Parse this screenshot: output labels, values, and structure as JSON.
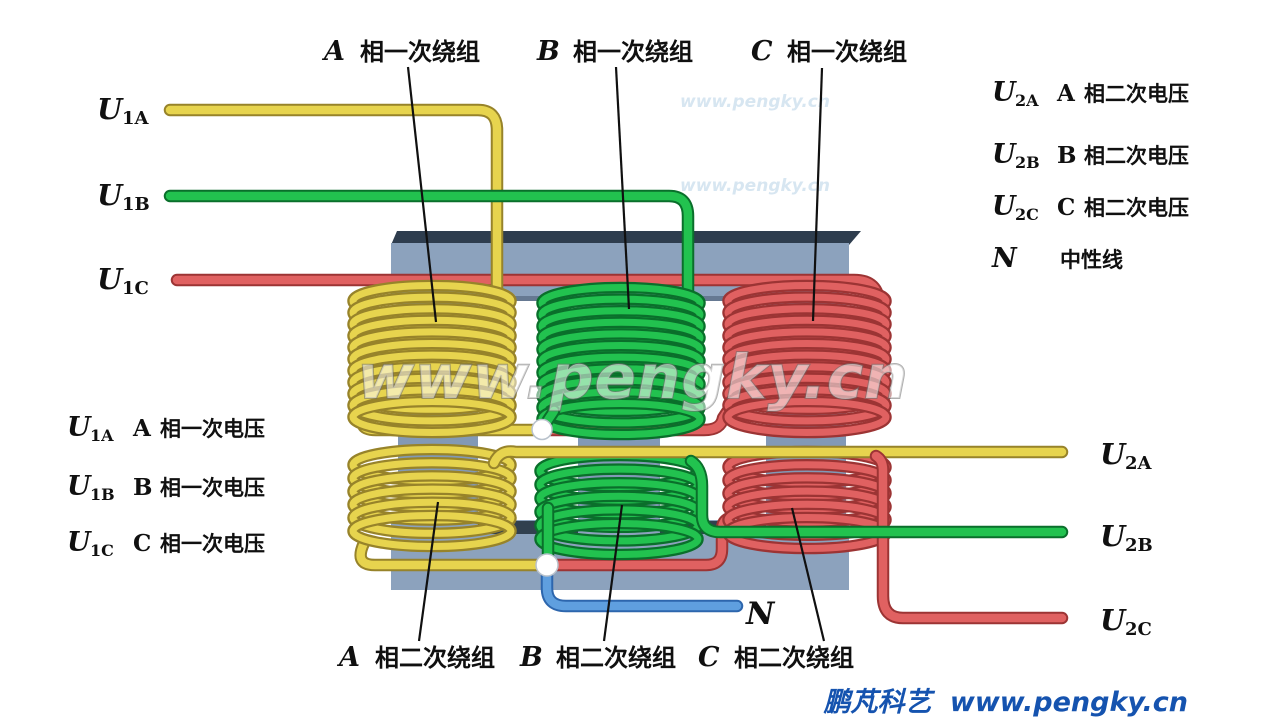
{
  "title_labels": {
    "top": [
      {
        "phase": "A",
        "text": "相一次绕组"
      },
      {
        "phase": "B",
        "text": "相一次绕组"
      },
      {
        "phase": "C",
        "text": "相一次绕组"
      }
    ],
    "bottom": [
      {
        "phase": "A",
        "text": "相二次绕组"
      },
      {
        "phase": "B",
        "text": "相二次绕组"
      },
      {
        "phase": "C",
        "text": "相二次绕组"
      }
    ]
  },
  "inputs": [
    {
      "term": "U",
      "sub": "1A"
    },
    {
      "term": "U",
      "sub": "1B"
    },
    {
      "term": "U",
      "sub": "1C"
    }
  ],
  "outputs": [
    {
      "term": "U",
      "sub": "2A"
    },
    {
      "term": "U",
      "sub": "2B"
    },
    {
      "term": "U",
      "sub": "2C"
    }
  ],
  "neutral_label": "N",
  "legend_left": [
    {
      "term": "U",
      "sub": "1A",
      "phase": "A",
      "text": "相一次电压"
    },
    {
      "term": "U",
      "sub": "1B",
      "phase": "B",
      "text": "相一次电压"
    },
    {
      "term": "U",
      "sub": "1C",
      "phase": "C",
      "text": "相一次电压"
    }
  ],
  "legend_right": [
    {
      "term": "U",
      "sub": "2A",
      "phase": "A",
      "text": "相二次电压"
    },
    {
      "term": "U",
      "sub": "2B",
      "phase": "B",
      "text": "相二次电压"
    },
    {
      "term": "U",
      "sub": "2C",
      "phase": "C",
      "text": "相二次电压"
    },
    {
      "term": "N",
      "sub": "",
      "phase": "",
      "text": "中性线"
    }
  ],
  "watermark": {
    "main": "www.pengky.cn",
    "faint": "www.pengky.cn"
  },
  "footer": {
    "brand": "鹏芃科艺",
    "site": "www.pengky.cn"
  },
  "colors": {
    "phase_a_wire": "#e7d44e",
    "phase_b_wire": "#22c24f",
    "phase_c_wire": "#e06161",
    "neutral_wire": "#5f9fdf",
    "core_face": "#8ca2bd",
    "core_leg": "#8299b6",
    "core_edge_dark": "#2e3d4e",
    "footer_blue": "#1553af"
  }
}
